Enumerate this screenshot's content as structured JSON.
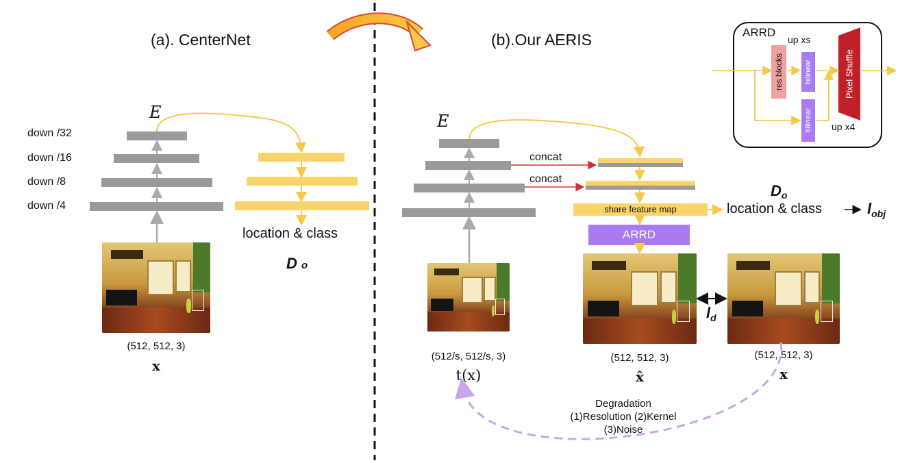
{
  "panel_a": {
    "title": "(a). CenterNet",
    "encoder_label": "E",
    "down_labels": [
      "down /32",
      "down /16",
      "down /8",
      "down /4"
    ],
    "head_label": "location & class",
    "head_name": "D",
    "head_subscript": "o",
    "input_shape": "(512, 512, 3)",
    "input_label": "x"
  },
  "panel_b": {
    "title": "(b).Our AERIS",
    "encoder_label": "E",
    "concat_labels": [
      "concat",
      "concat"
    ],
    "share_label": "share feature map",
    "arrd_label": "ARRD",
    "head_name": "D",
    "head_subscript": "o",
    "head_label": "location & class",
    "loss_obj": "l",
    "loss_obj_sub": "obj",
    "loss_d": "l",
    "loss_d_sub": "d",
    "img1_shape": "(512/s, 512/s, 3)",
    "img1_label": "t(x)",
    "img2_shape": "(512, 512, 3)",
    "img2_label": "x̂",
    "img3_shape": "(512, 512, 3)",
    "img3_label": "x",
    "degradation": {
      "title": "Degradation",
      "line1": "(1)Resolution (2)Kernel",
      "line2": "(3)Noise"
    }
  },
  "inset": {
    "title": "ARRD",
    "res_blocks": "res blocks",
    "up_xs": "up xs",
    "bilinear_top": "bilinear",
    "bilinear_bottom": "bilinear",
    "pixel_shuffle": "Pixel Shuffle",
    "up_x4": "up x4"
  },
  "colors": {
    "gray_bar": "#9a9a9a",
    "yellow": "#f9d46a",
    "arrow_yellow": "#f7c948",
    "purple": "#a97bf0",
    "red_arrow": "#d32f2f",
    "pixel_shuffle": "#c0202a",
    "res_blocks": "#f2a0a0",
    "degradation_arrow": "#c7a6e8"
  }
}
